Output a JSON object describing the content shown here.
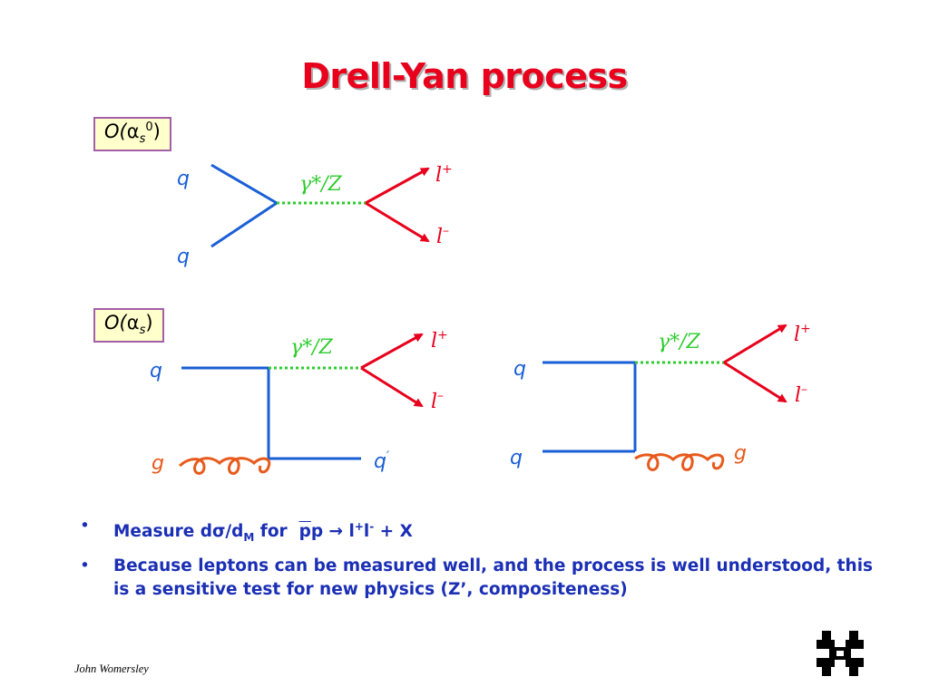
{
  "title": "Drell-Yan process",
  "order_boxes": {
    "lo": {
      "prefix": "O(",
      "alpha": "α",
      "sub": "s",
      "sup": "0",
      "suffix": ")"
    },
    "nlo": {
      "prefix": "O(",
      "alpha": "α",
      "sub": "s",
      "suffix": ")"
    }
  },
  "diagram1": {
    "quark_top": "q",
    "quark_bottom": "q",
    "boson": "γ*/Z",
    "lepton_plus": "l",
    "lepton_plus_sup": "+",
    "lepton_minus": "l",
    "lepton_minus_sup": "–"
  },
  "diagram2": {
    "quark_in": "q",
    "gluon_in": "g",
    "quark_out": "q",
    "quark_out_prime": "′",
    "boson": "γ*/Z",
    "lepton_plus": "l",
    "lepton_plus_sup": "+",
    "lepton_minus": "l",
    "lepton_minus_sup": "–"
  },
  "diagram3": {
    "quark_top": "q",
    "quark_bottom": "q",
    "gluon_out": "g",
    "boson": "γ*/Z",
    "lepton_plus": "l",
    "lepton_plus_sup": "+",
    "lepton_minus": "l",
    "lepton_minus_sup": "–"
  },
  "bullets": {
    "marker": "•",
    "b1": {
      "text_a": "Measure d",
      "sigma": "σ",
      "text_b": "/d",
      "sub_m": "M",
      "text_c": " for  ",
      "pbar": "p",
      "p": "p ",
      "arrow": "→",
      "text_d": " l",
      "sup_plus": "+",
      "text_e": "l",
      "sup_minus": "-",
      "text_f": " + X"
    },
    "b2": "Because leptons can be measured well, and the process is well understood, this is a sensitive test for new physics (Z’, compositeness)"
  },
  "footer": "John Womersley",
  "colors": {
    "title": "#e8001c",
    "quark": "#1a5fd6",
    "boson": "#2fcc2f",
    "lepton": "#e8001c",
    "gluon": "#e85a1c",
    "text_blue": "#1b2fb5",
    "box_bg": "#ffffcc",
    "box_border": "#a35fa8",
    "fermilab_logo": "#000000"
  },
  "logo": {
    "icon": "fermilab-logo-icon"
  }
}
